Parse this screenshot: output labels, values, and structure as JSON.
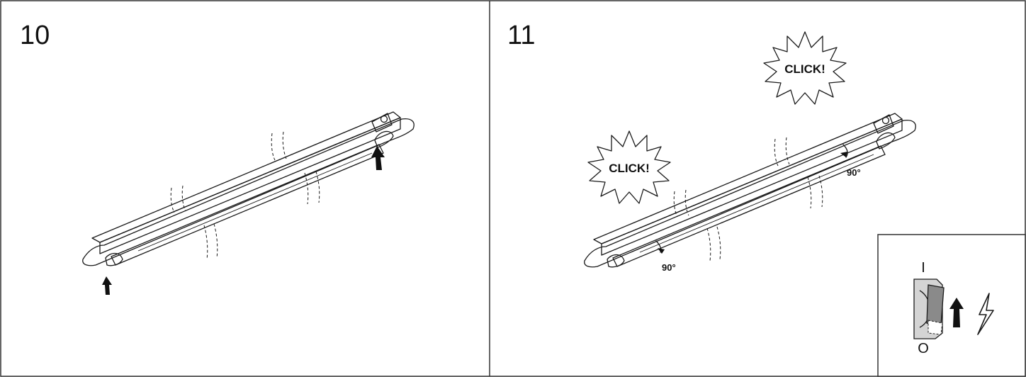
{
  "panels": [
    {
      "step_number": "10"
    },
    {
      "step_number": "11",
      "click_labels": [
        "CLICK!",
        "CLICK!"
      ],
      "rotation_labels": [
        "90°",
        "90°"
      ],
      "inset": {
        "on_mark": "I",
        "off_mark": "O"
      }
    }
  ],
  "colors": {
    "line": "#1a1a1a",
    "switch_body": "#d4d4d4",
    "switch_rocker": "#8a8a8a"
  },
  "icons": [
    "up-arrow-icon",
    "click-burst-icon",
    "rotate-arrow-icon",
    "lightning-bolt-icon",
    "rocker-switch-icon"
  ]
}
